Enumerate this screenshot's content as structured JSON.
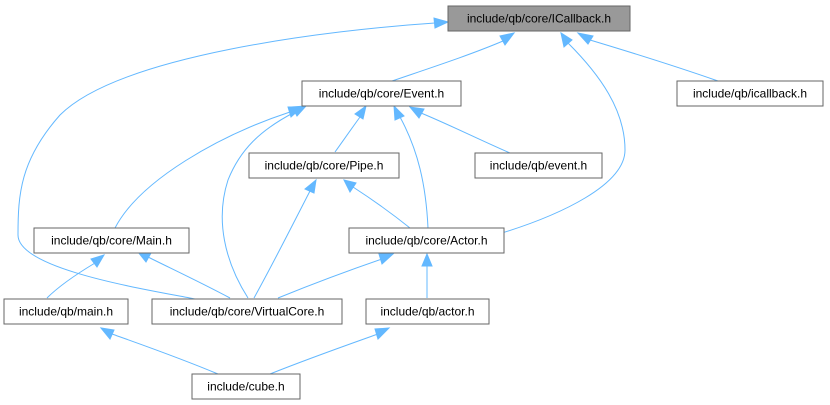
{
  "nodes": {
    "icallback_core": {
      "label": "include/qb/core/ICallback.h",
      "highlighted": true
    },
    "event_core": {
      "label": "include/qb/core/Event.h"
    },
    "icallback_api": {
      "label": "include/qb/icallback.h"
    },
    "pipe_core": {
      "label": "include/qb/core/Pipe.h"
    },
    "event_api": {
      "label": "include/qb/event.h"
    },
    "main_core": {
      "label": "include/qb/core/Main.h"
    },
    "actor_core": {
      "label": "include/qb/core/Actor.h"
    },
    "main_api": {
      "label": "include/qb/main.h"
    },
    "virtualcore_core": {
      "label": "include/qb/core/VirtualCore.h"
    },
    "actor_api": {
      "label": "include/qb/actor.h"
    },
    "cube": {
      "label": "include/cube.h"
    }
  },
  "colors": {
    "edge": "#63b8ff",
    "node_border": "#666666",
    "node_fill": "#ffffff",
    "highlight_fill": "#999999"
  }
}
